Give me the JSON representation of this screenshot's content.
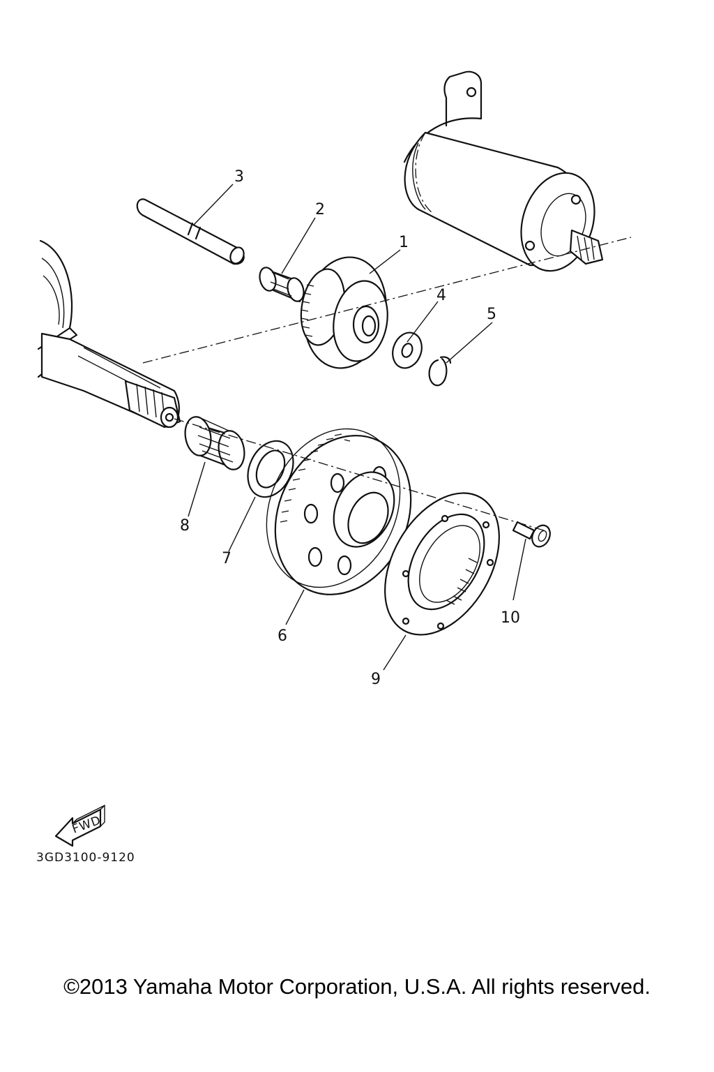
{
  "callouts": [
    {
      "id": "1",
      "label": "1"
    },
    {
      "id": "2",
      "label": "2"
    },
    {
      "id": "3",
      "label": "3"
    },
    {
      "id": "4",
      "label": "4"
    },
    {
      "id": "5",
      "label": "5"
    },
    {
      "id": "6",
      "label": "6"
    },
    {
      "id": "7",
      "label": "7"
    },
    {
      "id": "8",
      "label": "8"
    },
    {
      "id": "9",
      "label": "9"
    },
    {
      "id": "10",
      "label": "10"
    }
  ],
  "fwd_label": "FWD",
  "diagram_code": "3GD3100-9120",
  "copyright": "©2013 Yamaha Motor Corporation, U.S.A. All rights reserved."
}
